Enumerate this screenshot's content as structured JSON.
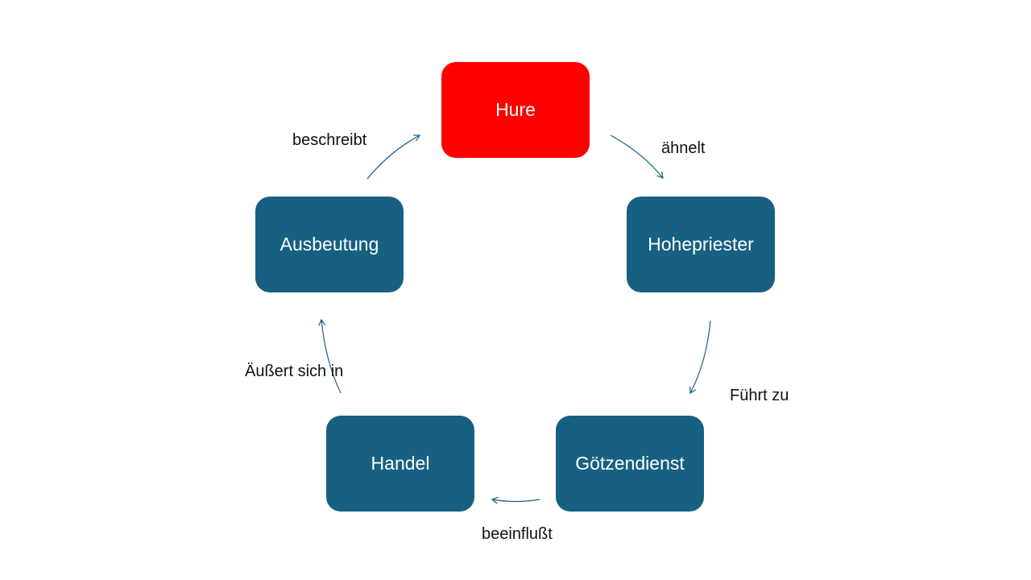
{
  "colors": {
    "focus_node": "#ff0000",
    "node": "#176082",
    "arrow": "#176082",
    "node_text": "#ffffff",
    "label_text": "#111111"
  },
  "nodes": {
    "hure": "Hure",
    "hohepriester": "Hohepriester",
    "goetzendienst": "Götzendienst",
    "handel": "Handel",
    "ausbeutung": "Ausbeutung"
  },
  "edges": {
    "hure_hohepriester": "ähnelt",
    "hohepriester_goetzendienst": "Führt zu",
    "goetzendienst_handel": "beeinflußt",
    "handel_ausbeutung": "Äußert sich in",
    "ausbeutung_hure": "beschreibt"
  }
}
